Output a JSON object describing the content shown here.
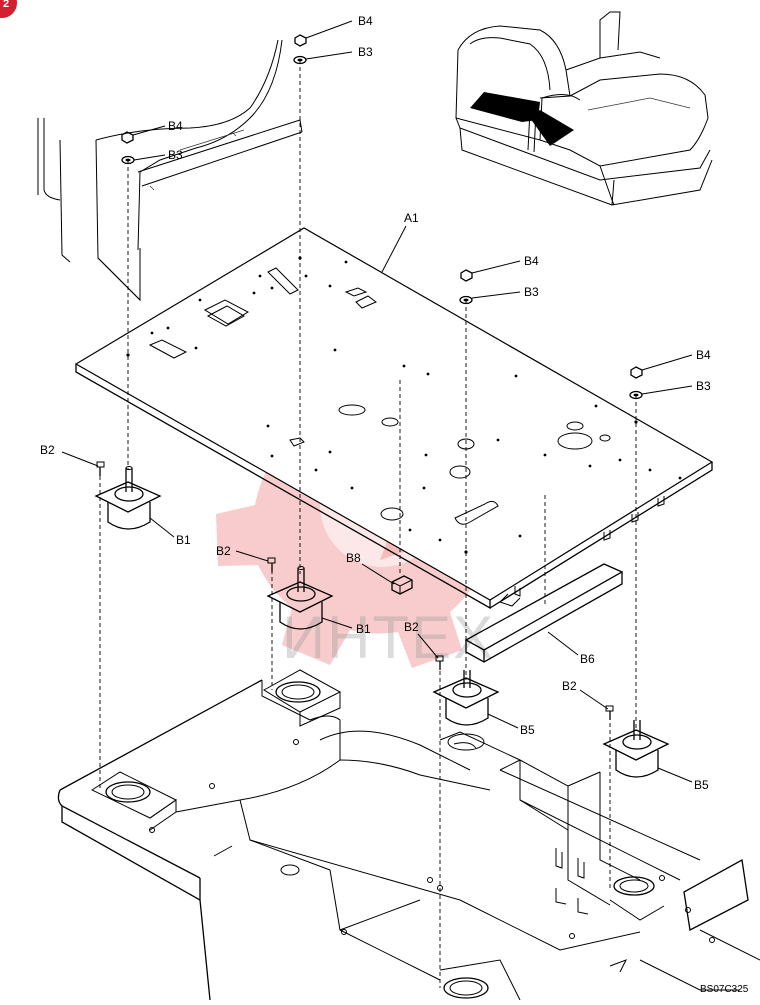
{
  "page_badge": {
    "text": "2",
    "color": "#d32031"
  },
  "drawing_code": "BS07C325",
  "watermark": {
    "text": "ИНТЕХ",
    "color": "#e96565"
  },
  "callouts": {
    "b4_top": "B4",
    "b3_top": "B3",
    "b4_left": "B4",
    "b3_left": "B3",
    "a1": "A1",
    "b4_mid": "B4",
    "b3_mid": "B3",
    "b4_right": "B4",
    "b3_right": "B3",
    "b2_left": "B2",
    "b1_left": "B1",
    "b2_center": "B2",
    "b8": "B8",
    "b1_center": "B1",
    "b2_mid": "B2",
    "b6": "B6",
    "b5_mid": "B5",
    "b2_right": "B2",
    "b5_right": "B5"
  }
}
